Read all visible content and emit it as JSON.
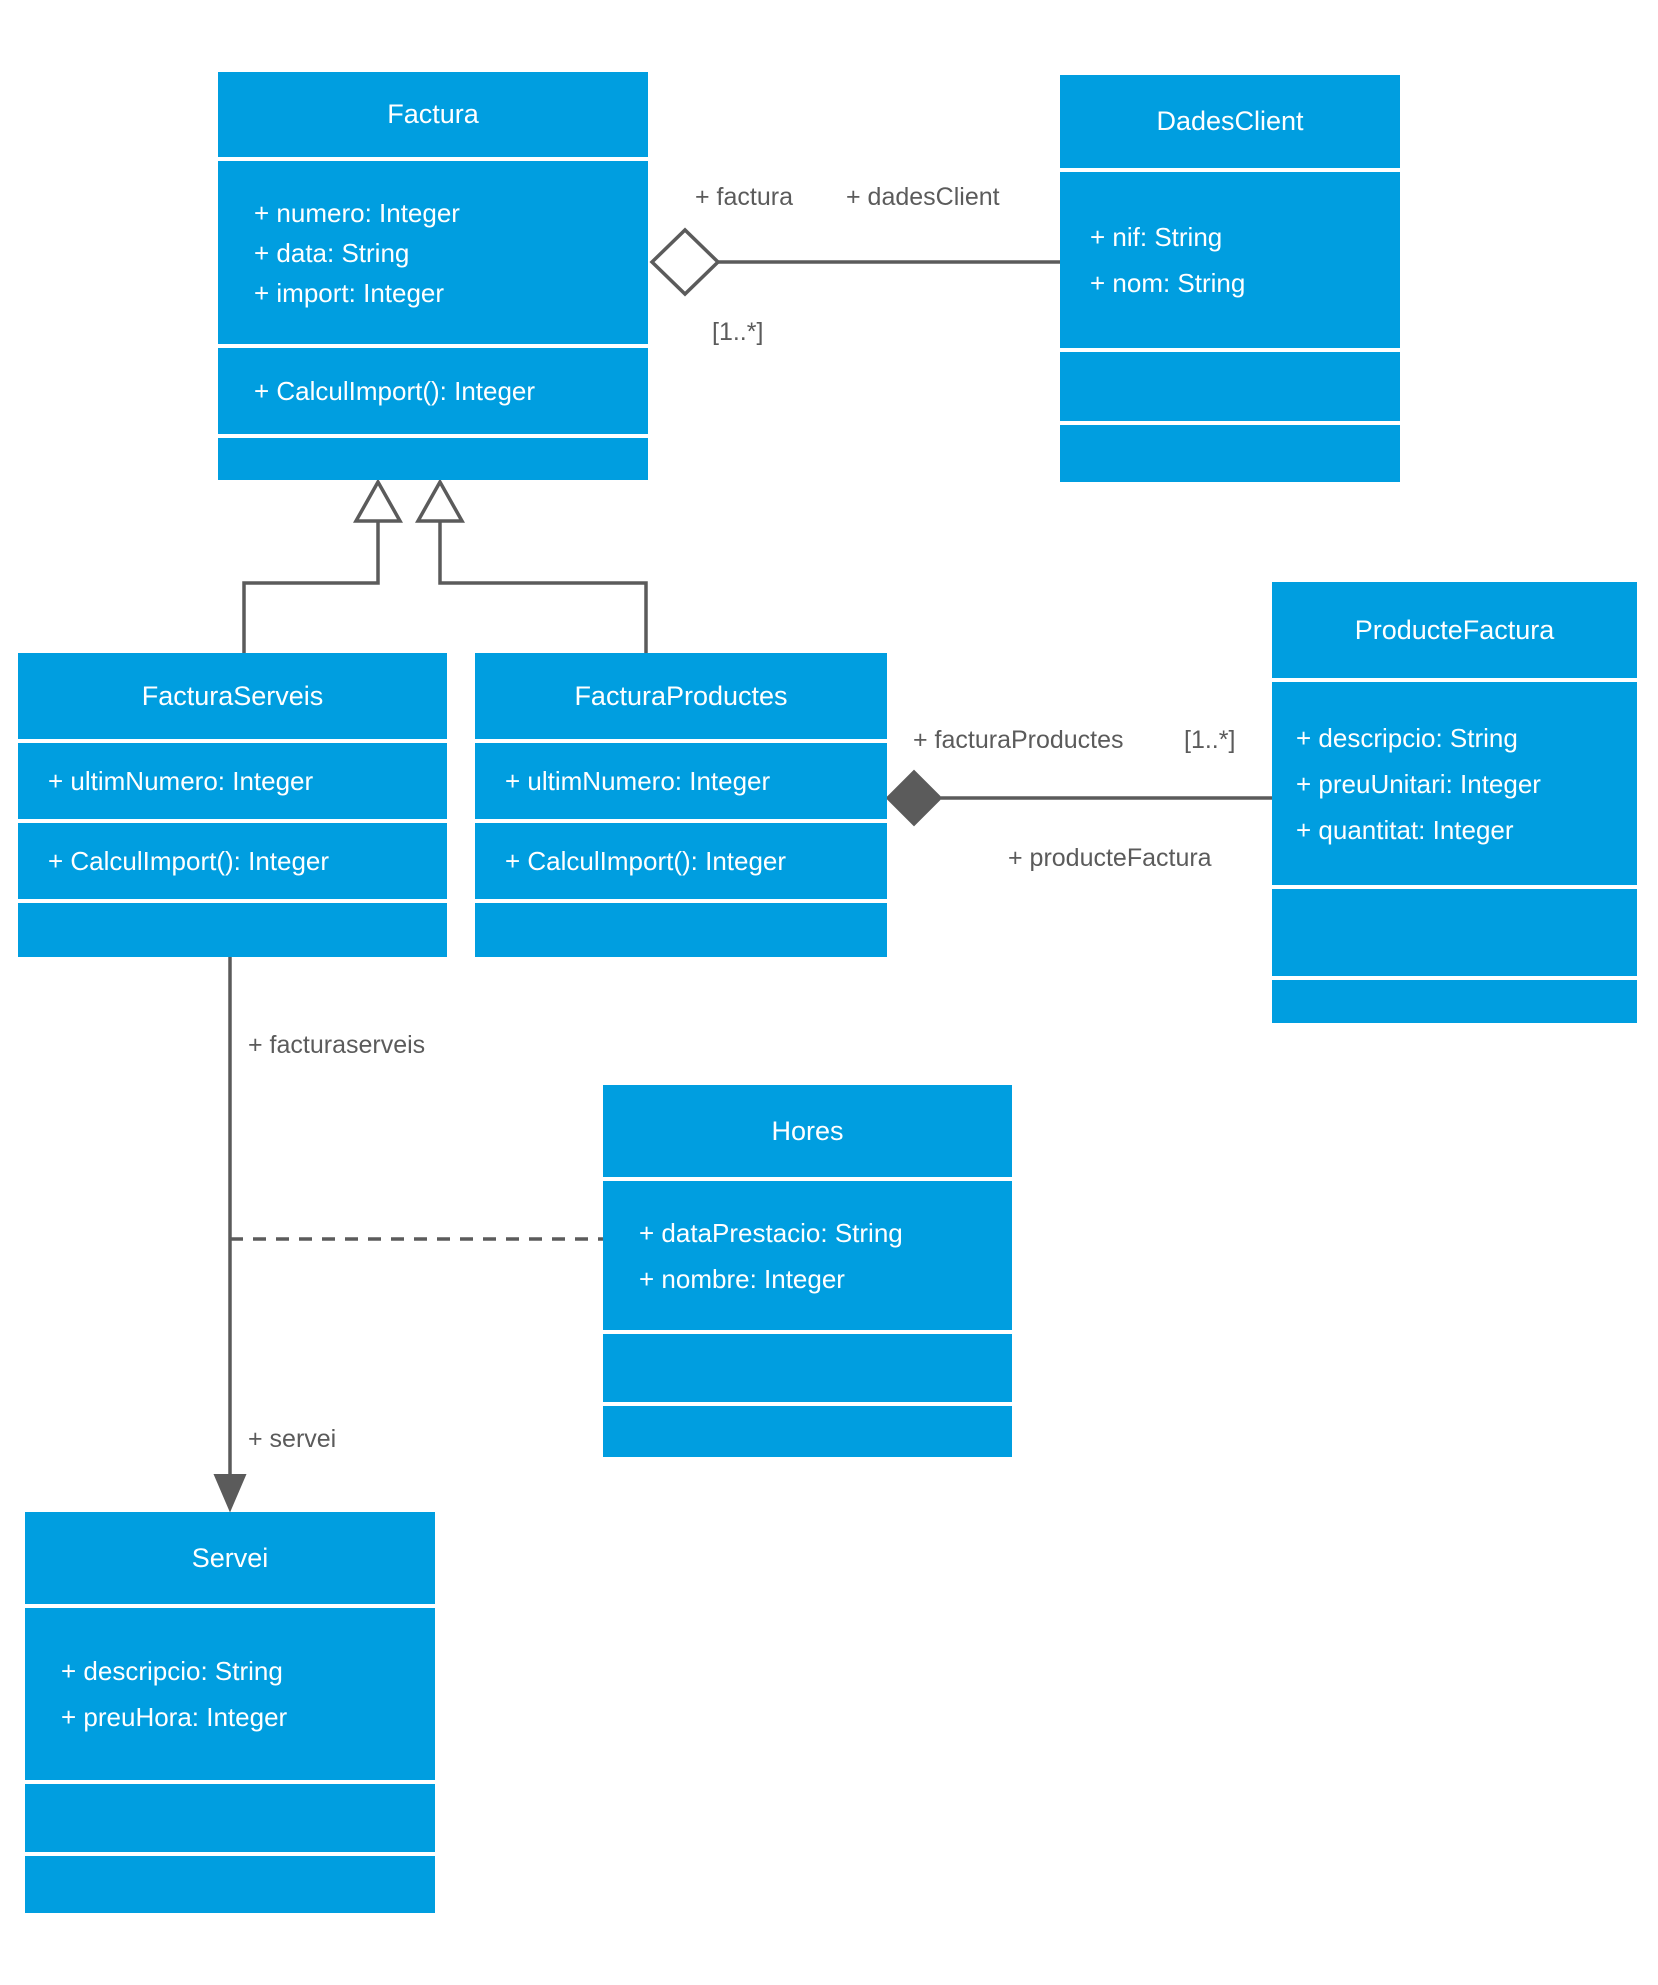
{
  "colors": {
    "class_fill": "#009ee0",
    "class_text": "#ffffff",
    "line": "#5b5b5b",
    "label_text": "#5b5b5b",
    "canvas_bg": "#ffffff"
  },
  "classes": {
    "factura": {
      "title": "Factura",
      "attributes": [
        "+ numero: Integer",
        "+ data: String",
        "+ import: Integer"
      ],
      "methods": [
        "+ CalculImport(): Integer"
      ]
    },
    "dadesClient": {
      "title": "DadesClient",
      "attributes": [
        "+ nif: String",
        "+ nom: String"
      ]
    },
    "facturaServeis": {
      "title": "FacturaServeis",
      "attributes": [
        "+ ultimNumero: Integer"
      ],
      "methods": [
        "+ CalculImport(): Integer"
      ]
    },
    "facturaProductes": {
      "title": "FacturaProductes",
      "attributes": [
        "+ ultimNumero: Integer"
      ],
      "methods": [
        "+ CalculImport(): Integer"
      ]
    },
    "producteFactura": {
      "title": "ProducteFactura",
      "attributes": [
        "+ descripcio: String",
        "+ preuUnitari: Integer",
        "+ quantitat: Integer"
      ]
    },
    "hores": {
      "title": "Hores",
      "attributes": [
        "+ dataPrestacio: String",
        "+ nombre: Integer"
      ]
    },
    "servei": {
      "title": "Servei",
      "attributes": [
        "+ descripcio: String",
        "+ preuHora: Integer"
      ]
    }
  },
  "relations": {
    "factura_dadesClient": {
      "type": "aggregation",
      "source_label": "+ factura",
      "target_label": "+ dadesClient",
      "multiplicity": "[1..*]"
    },
    "facturaProductes_producteFactura": {
      "type": "composition",
      "source_label": "+ facturaProductes",
      "multiplicity": "[1..*]",
      "target_label": "+ producteFactura"
    },
    "facturaServeis_servei": {
      "type": "directed-association",
      "source_label": "+ facturaserveis",
      "target_label": "+ servei"
    },
    "facturaServeis_hores": {
      "type": "association-class-link"
    },
    "generalizations": [
      "FacturaServeis -> Factura",
      "FacturaProductes -> Factura"
    ]
  }
}
